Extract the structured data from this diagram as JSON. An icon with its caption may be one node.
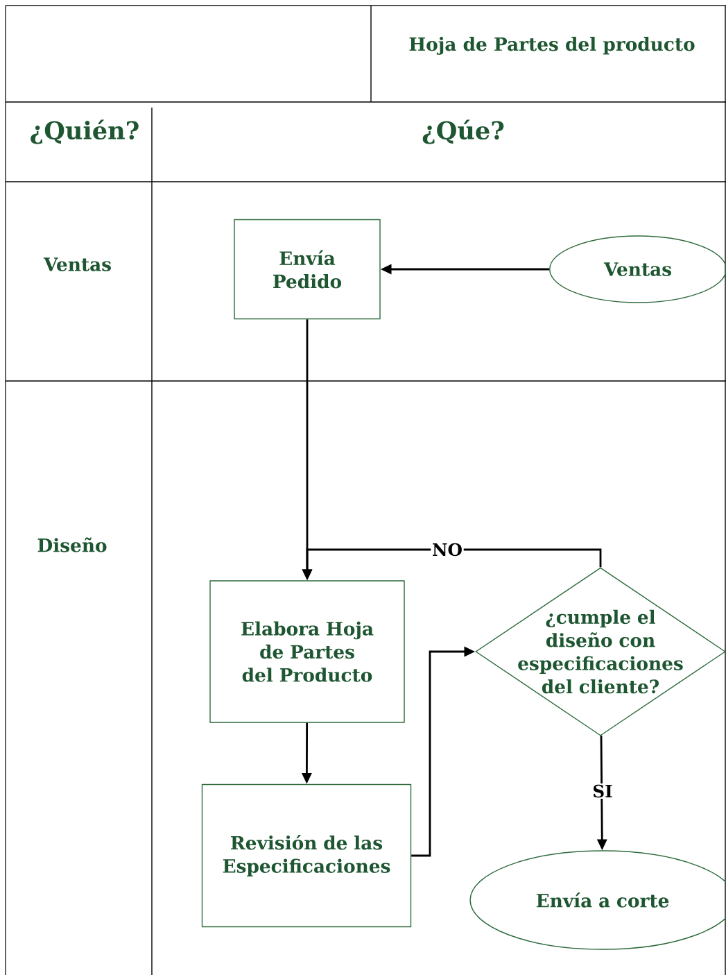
{
  "diagram": {
    "title": "Hoja de Partes del producto",
    "nodes": [
      {
        "text": [
          "Envía Pedido"
        ]
      },
      {
        "text": [
          "Ventas"
        ]
      },
      {
        "text": [
          "Elabora Hoja de Partes del Producto"
        ]
      },
      {
        "text": [
          "Revisión de las Especificaciones"
        ]
      },
      {
        "text": [
          "¿cumple el diseño con especificaciones del cliente?"
        ]
      },
      {
        "text": [
          "Envía a corte"
        ]
      }
    ],
    "edges": [
      {
        "from": 1,
        "to": 0,
        "arrow": "to"
      },
      {
        "from": 0,
        "to": 2,
        "arrow": "to"
      },
      {
        "from": 2,
        "to": 3,
        "arrow": "to"
      },
      {
        "from": 3,
        "to": 4,
        "arrow": "to"
      },
      {
        "from": 4,
        "to": 2,
        "arrow": "to",
        "label": "NO"
      },
      {
        "from": 4,
        "to": 5,
        "arrow": "to",
        "label": "SI"
      }
    ],
    "labels": [
      "¿Quién?",
      "¿Qúe?",
      "Ventas",
      "Diseño"
    ]
  }
}
